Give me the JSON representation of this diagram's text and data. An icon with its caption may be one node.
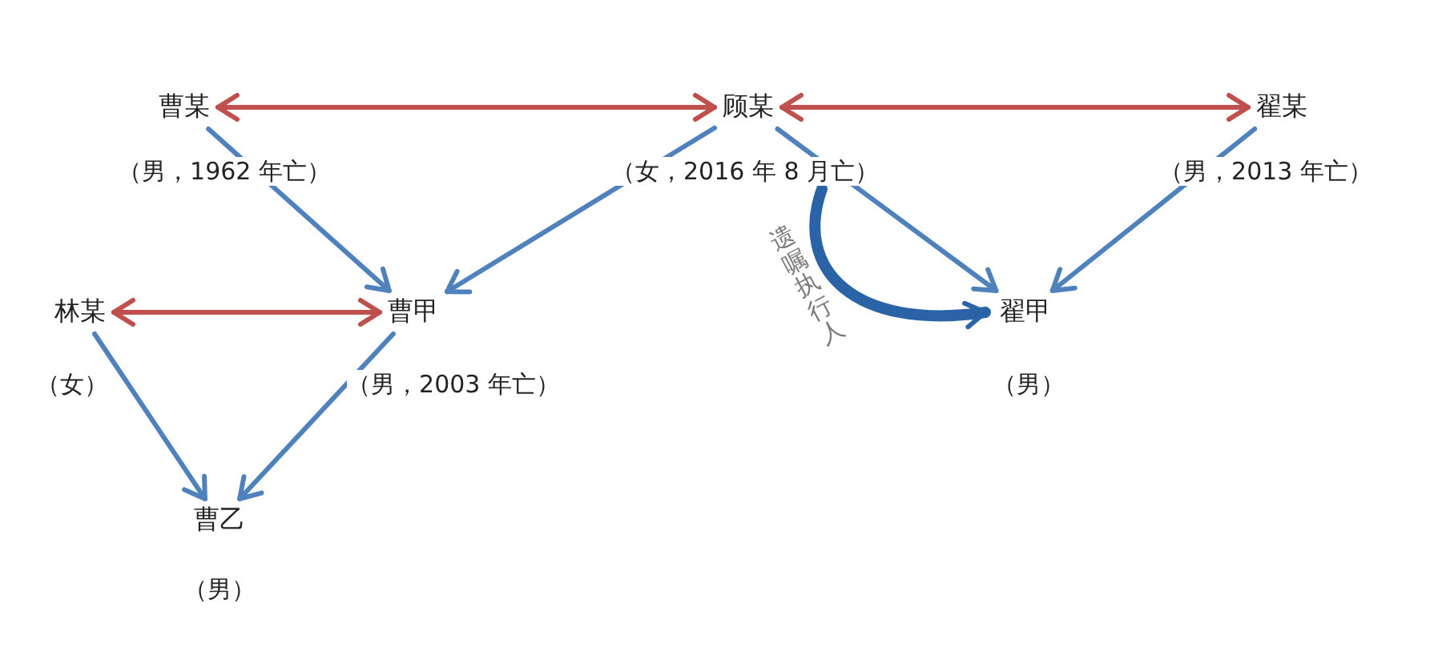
{
  "diagram": {
    "nodes": [
      {
        "text": [
          "曹某"
        ],
        "beside": [
          "（男，1962 年亡）"
        ]
      },
      {
        "text": [
          "顾某"
        ],
        "beside": [
          "（女，2016 年 8 月亡）"
        ]
      },
      {
        "text": [
          "翟某"
        ],
        "beside": [
          "（男，2013 年亡）"
        ]
      },
      {
        "text": [
          "林某"
        ],
        "beside": [
          "（女）"
        ]
      },
      {
        "text": [
          "曹甲"
        ],
        "beside": [
          "（男，2003 年亡）"
        ]
      },
      {
        "text": [
          "翟甲"
        ],
        "beside": [
          "（男）"
        ]
      },
      {
        "text": [
          "曹乙"
        ],
        "beside": [
          "（男）"
        ]
      }
    ],
    "edges": [
      {
        "from": 0,
        "to": 1,
        "arrow": "both",
        "color": "#c0504d"
      },
      {
        "from": 1,
        "to": 2,
        "arrow": "both",
        "color": "#c0504d"
      },
      {
        "from": 0,
        "to": 4,
        "arrow": "to"
      },
      {
        "from": 1,
        "to": 4,
        "arrow": "to"
      },
      {
        "from": 1,
        "to": 5,
        "arrow": "to"
      },
      {
        "from": 2,
        "to": 5,
        "arrow": "to"
      },
      {
        "from": 1,
        "to": 5,
        "arrow": "to",
        "label": "遗嘱执行人",
        "style": "thick",
        "color": "#2a64a6"
      },
      {
        "from": 3,
        "to": 4,
        "arrow": "both",
        "color": "#c0504d"
      },
      {
        "from": 3,
        "to": 6,
        "arrow": "to"
      },
      {
        "from": 4,
        "to": 6,
        "arrow": "to"
      }
    ]
  }
}
